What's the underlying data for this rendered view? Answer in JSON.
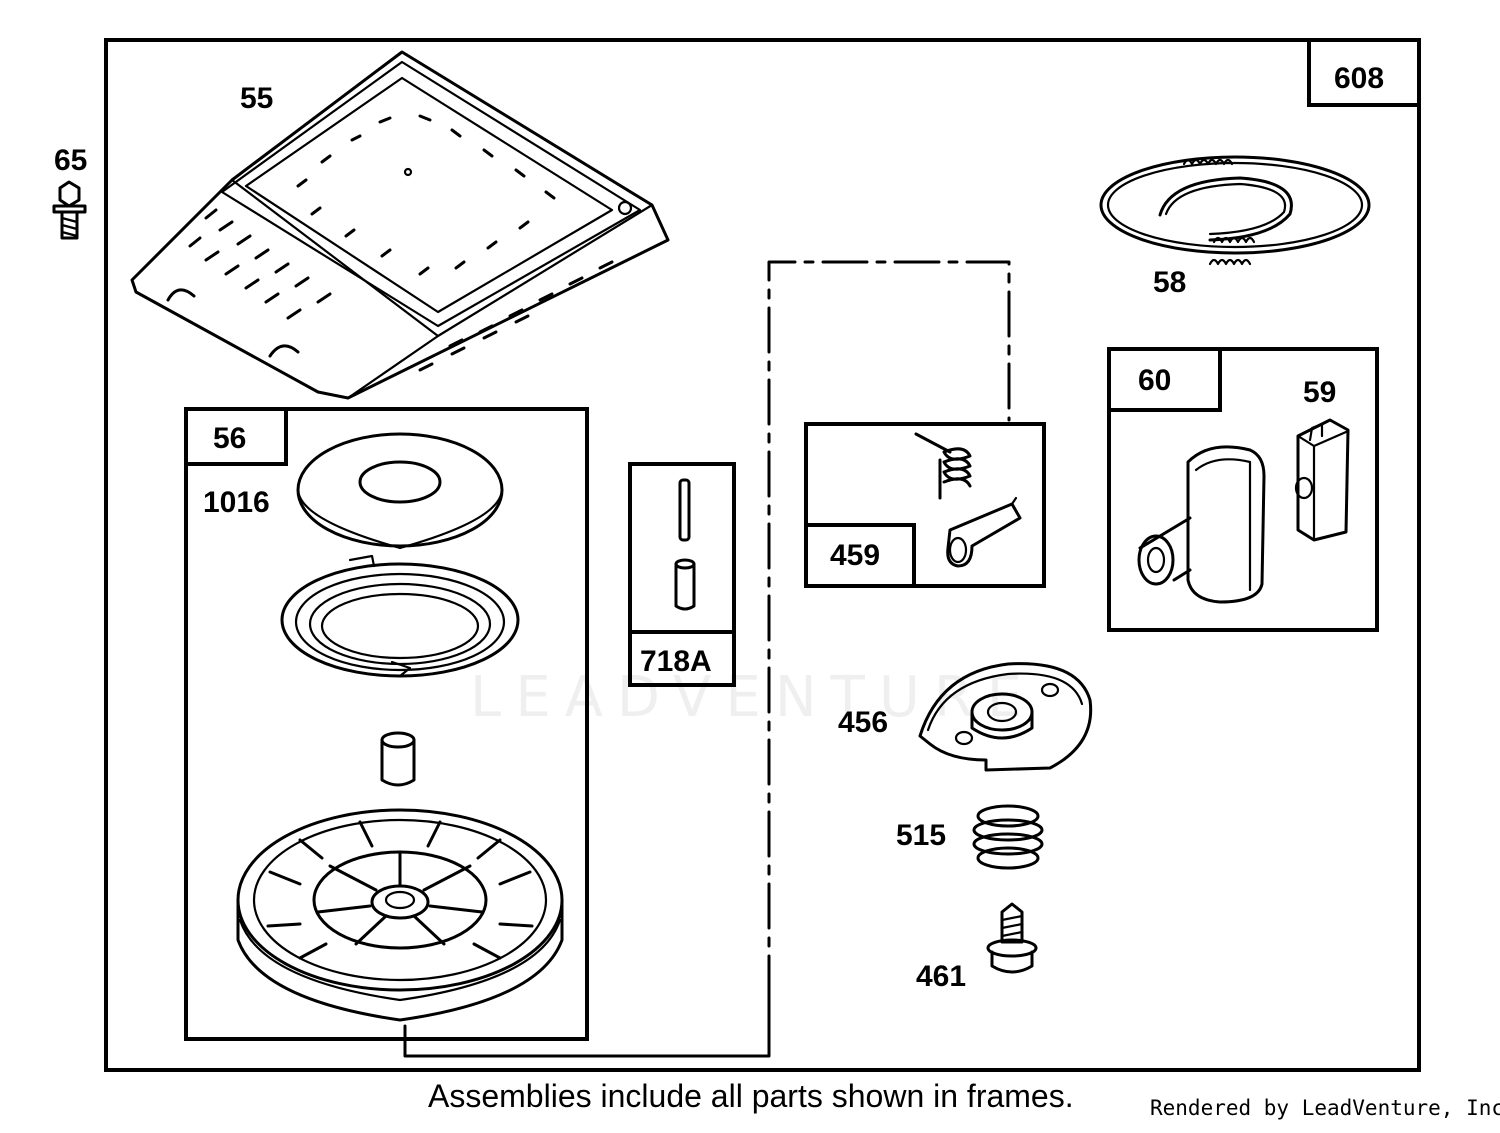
{
  "diagram": {
    "frame_label": "608",
    "parts": {
      "p65": "65",
      "p55": "55",
      "p58": "58",
      "p60": "60",
      "p59": "59",
      "p56": "56",
      "p1016": "1016",
      "p718a": "718A",
      "p459": "459",
      "p456": "456",
      "p515": "515",
      "p461": "461"
    }
  },
  "footnote": "Assemblies include all parts shown in frames.",
  "credit": "Rendered by LeadVenture, Inc.",
  "watermark": "LEADVENTURE"
}
